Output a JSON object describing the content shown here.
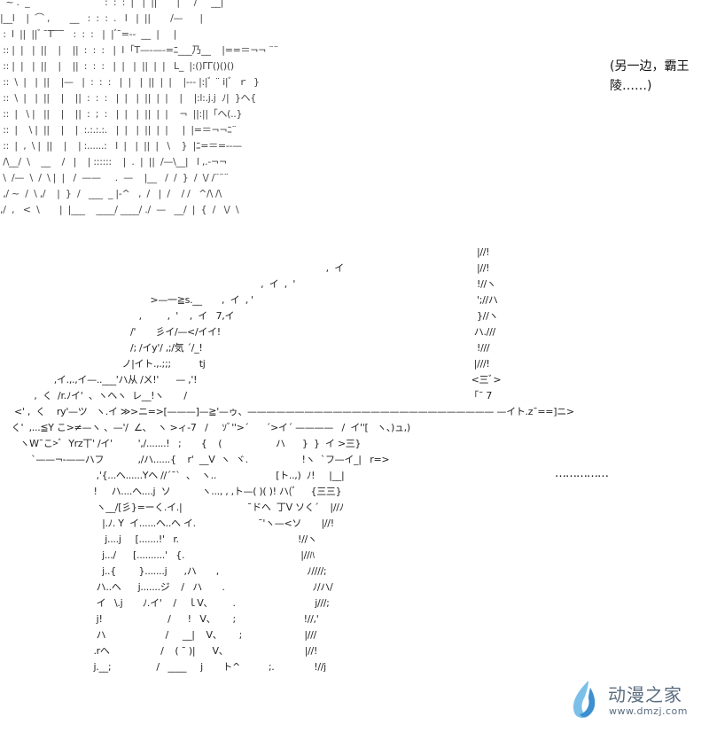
{
  "narration": {
    "line1": "(另一边，霸王",
    "line2": "陵……)",
    "ellipsis": "……………"
  },
  "art": {
    "top": "  ~ .  _       ̄  ̄    ¨¨¨¨       :  :  :  |   |  ||       |     /     __|\n|__l    |  ⌒ ,       __   :  :  :  .   l   |  ||       /—      |\n :  l  ||  ||ﾞ  ̄T ̄ ̄ ̄ ̄   :  :  :   |  |ﾞ ̄=--  __  |     |\n :: |  |   |  ||    |    ||  :  :  :   |  l  ｢T—-—-=ﾆ___乃__    |==＝¬¬ ¨¨\n :: |  |   |  ||    |    ||  :  :  :   |  |   |  ||  |  |   L_  |:()ΓΓ()()()\n ::  \\  |   |  ||    |—   |  :  :  :   |  |   |  ||  |  |    |--- |:|ﾞ ¨ i|ﾞ  ｒ  }\n ::  \\  |   |  ||    |    ||  :  :  :   |  |   |  ||  |  |    |    |:l:.j.j  ﾉ|  }ヘ{\n ::  |   \\ |   ||    |    ||  :  ;  :   |  |   |  ||  |  |    ¬  ||:||「ヘ(..}\n ::  |    \\ |  ||    |    |  :.:.:.:.   |  |   |  ||  |  |     |  |=＝¬¬ﾆ¨\n ::  |  ,  \\ |  ||    |    | :......:   l  |   |  ||  |   \\    }  |ﾆ=＝=--—\n /\\__/  \\    __    /   |    | ::::::    |  .  |  ||  /—\\__|   l ,.-¬¬\n \\  /—  \\  /  \\ |  |   /  ——     .  —    |__   /  /  }  /  \\/ /¨¨¨\n ,/ ~  /  \\ ,/    |  }  /   ___  _ |-^   ,  /   |  /    / /   ^/\\ /\\\n,/  ,   <  \\       |  |___    ____/ ____/ ./  —   __/  |  {  /   \\/  \\",
    "figure": "                                                                                                                   ,  イ\n                                                                                            ,  イ  ,  ' \n                                                     >—一≧s.__       ,  イ  , '\n                                                 ,         ,  '    ,  イ   7,イ\n                                              /'       彡イ/—</イイ!\n                                              /; /イy'/ ,;/気 ˊ/_!\n                                           ノ|イト.,.;;;          tj\n                   ,イ.,.,イ—..___'ハ从 /ㄨ!'      — ,'!\n            ,  く  /r.ﾉイ'  、ヽヘヽ  レ__!ヽ       /\n     <' ,  く    ry'—ツ   ヽ.イ ≫>ニ=>[———]—≧'—ゥ、—————————————————————————— —イト.z¯==]ニ>\n    く'  ,...≦Y こ>≠—ヽ 、—'/  ∠、  ヽ >ィ-7   /     ｿﾞ''>ˊ      ˊ>イˊ ————   /  イ''[   ヽ、)ュ,)\n       ヽW¯こ>ﾞ  Yrz丅' /イ'         ',/.......!   ;       {    (                   ハ      }  }  イ >三}\n           ˋ——¬-——ハフ            ,/ハ......{    r'  __V  ヽ  ヾ.                   !ヽ  ˋフ—イ_|   r=>\n                                  ,'{...ヘ......Yヘ //ˊ¯`  、  ヽ..                     [ト..,)  ﾉ!     |__|\n                                 !     ハ....ヘ....j  ソ           ヽ..., , ,ト—( )( )! ハ(ﾞ     {三三}\n                                  ヽ__/[彡}=ーく.イ.|                       ¯ドヘ  丁V ソくˊ    |//ﾉ\n                                    |.ﾉ. Y  イ......ヘ..ヘ イ.                      ¯'ヽ—<ソ       |//!\n                                     j....j     [.......!'   r.                                          !//ヽ\n                                    j.../      [..........'   {.                                         |//ﾊ\n                                    j..{        }.......j      ,ハ       ,                               ﾉ////;\n                                  ハ..ヘ      j.......ジ    /   ハ       .                               ﾉ/ハ/\n                                  イ   \\.j       ﾉ.イ'    /    ｌV、       .                            j///;\n                                  j!                       /      !   V、      ;                        !//,'\n                                  ハ                     /     __|    V、      ;                      |///\n                                 .rヘ                  /    ( ¯ )|      V、                           |//!\n                                 j.__;                /   ____     j       ト^          ;.              !//j",
    "bow": "          |//!\n          |//!\n          !//ヽ\n          ';//ハ\n          }//ヽ\n         ハ.///\n          !///\n         |///!\n        <三ﾞ>\n         ｢¯ 7\n\n\n\n\n\n\n\n\n\n\n\n\n\n\n\n"
  },
  "watermark": {
    "name": "动漫之家",
    "url": "www.dmzj.com"
  },
  "colors": {
    "ink": "#222222",
    "watermark_text": "#5a6d80",
    "watermark_logo": "#5aa6dc"
  }
}
